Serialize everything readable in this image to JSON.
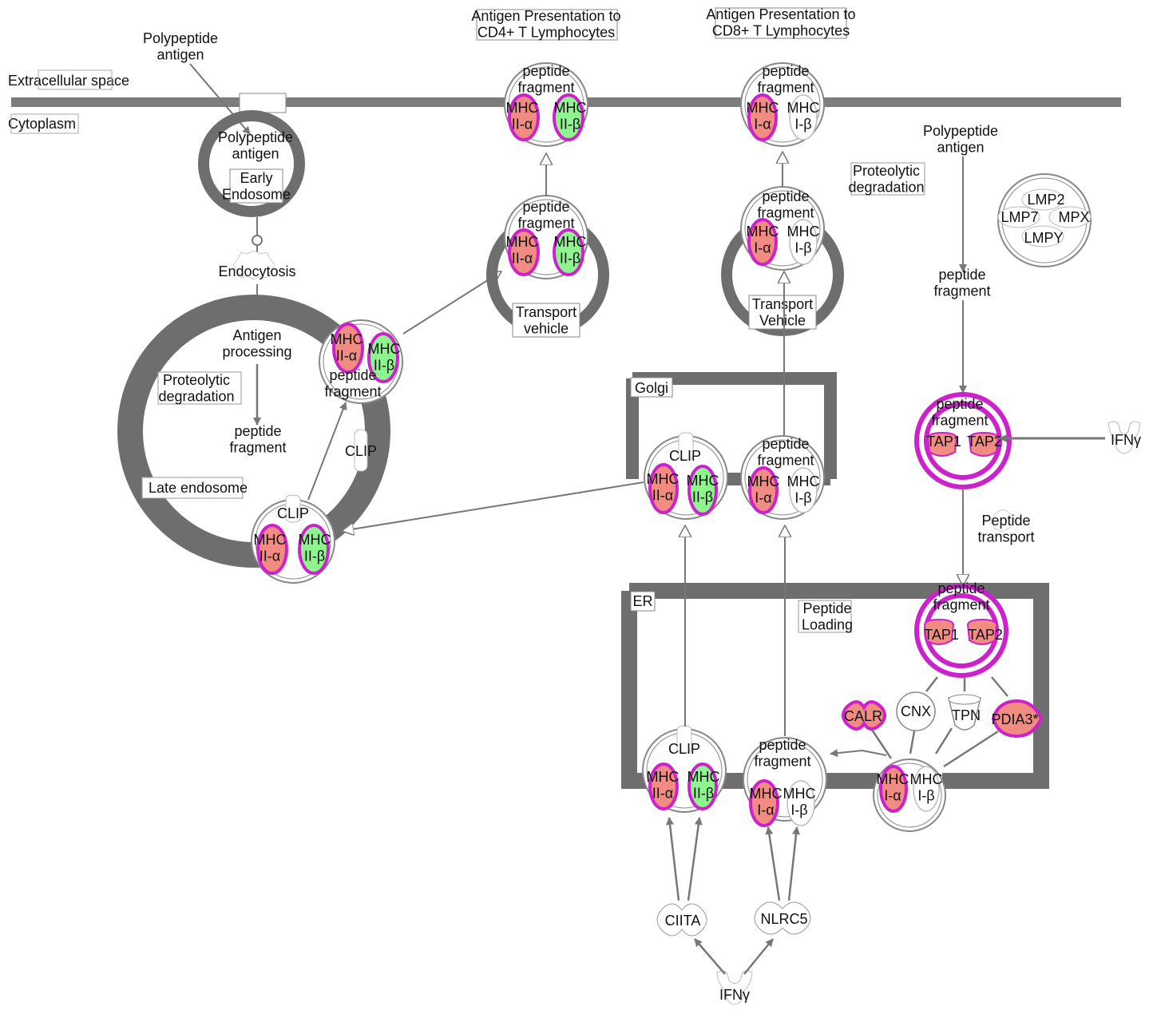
{
  "compartments": {
    "extracellular": "Extracellular space",
    "cytoplasm": "Cytoplasm",
    "early_endosome": "Early\nEndosome",
    "late_endosome": "Late endosome",
    "golgi": "Golgi",
    "er": "ER",
    "transport_vehicle_cd4": "Transport\nvehicle",
    "transport_vehicle_cd8": "Transport\nVehicle"
  },
  "outcomes": {
    "cd4": "Antigen Presentation to\nCD4+ T Lymphocytes",
    "cd8": "Antigen Presentation to\nCD8+ T Lymphocytes"
  },
  "processes": {
    "endocytosis": "Endocytosis",
    "antigen_processing": "Antigen\nprocessing",
    "proteolytic_degradation_late": "Proteolytic\ndegradation",
    "proteolytic_degradation_cyto": "Proteolytic\ndegradation",
    "peptide_transport": "Peptide\ntransport",
    "peptide_loading": "Peptide\nLoading"
  },
  "labels": {
    "polypeptide_antigen": "Polypeptide\nantigen",
    "peptide_fragment": "peptide\nfragment",
    "clip": "CLIP",
    "mhc2a": "MHC\nII-α",
    "mhc2b": "MHC\nII-β",
    "mhc1a": "MHC\nI-α",
    "mhc1b": "MHC\nI-β",
    "tap1": "TAP1",
    "tap2": "TAP2",
    "lmp2": "LMP2",
    "lmp7": "LMP7",
    "mpx": "MPX",
    "lmpy": "LMPY",
    "calr": "CALR",
    "cnx": "CNX",
    "tpn": "TPN",
    "pdia3": "PDIA3*",
    "ciita": "CIITA",
    "nlrc5": "NLRC5",
    "ifng": "IFNγ"
  },
  "colors": {
    "membrane": "#6e6e6e",
    "upregulated": "#f28b82",
    "downregulated": "#8ef58e",
    "highlight": "#cc22cc",
    "node_outline": "#888888"
  }
}
